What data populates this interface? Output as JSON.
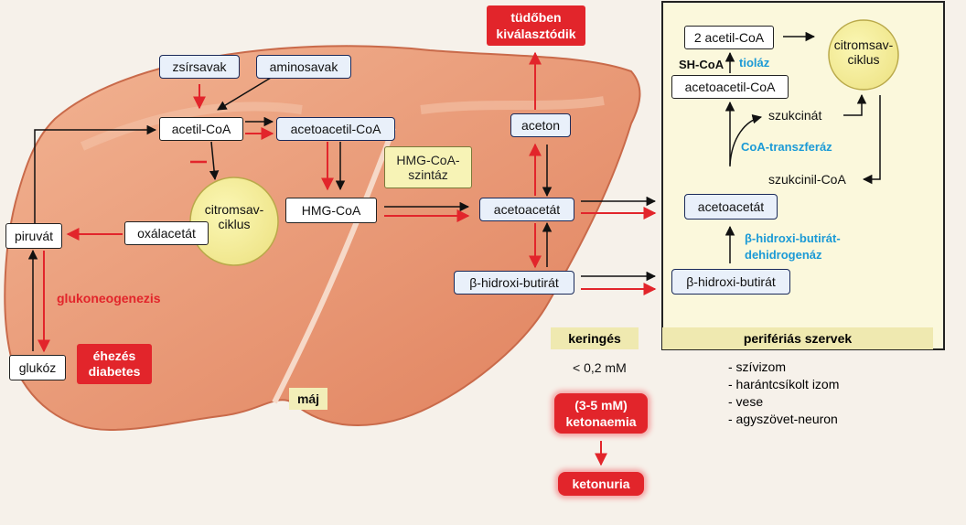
{
  "liver": {
    "inputs": [
      "zsírsavak",
      "aminosavak"
    ],
    "acetyl_coa": "acetil-CoA",
    "acetoacetyl_coa": "acetoacetil-CoA",
    "hmg_coa": "HMG-CoA",
    "hmg_synthase": "HMG-CoA-\nszintáz",
    "citric_cycle": "citromsav-\nciklus",
    "oxaloacetate": "oxálacetát",
    "pyruvate": "piruvát",
    "glucose": "glukóz",
    "gluconeogenesis": "glukoneogenezis",
    "fasting": "éhezés\ndiabetes",
    "organ": "máj",
    "acetoacetate": "acetoacetát",
    "beta_hydroxybutyrate": "β-hidroxi-butirát",
    "acetone": "aceton",
    "lung_excretion": "tüdőben\nkiválasztódik"
  },
  "circulation": {
    "header": "keringés",
    "normal": "< 0,2 mM",
    "ketonaemia": "(3-5 mM)\nketonaemia",
    "ketonuria": "ketonuria"
  },
  "peripheral": {
    "header": "perifériás szervek",
    "acetyl_coa": "2 acetil-CoA",
    "sh_coa": "SH-CoA",
    "thiolase": "tioláz",
    "acetoacetyl_coa": "acetoacetil-CoA",
    "citric_cycle": "citromsav-\nciklus",
    "succinate": "szukcinát",
    "transferase": "CoA-transzferáz",
    "succinyl_coa": "szukcinil-CoA",
    "acetoacetate": "acetoacetát",
    "dehydrogenase": "β-hidroxi-butirát-\ndehidrogenáz",
    "beta_hydroxybutyrate": "β-hidroxi-butirát",
    "organs": [
      "- szívizom",
      "- harántcsíkolt izom",
      "- vese",
      "- agyszövet-neuron"
    ]
  },
  "colors": {
    "red": "#e2252b",
    "cyan": "#1b9ad6",
    "liver": "#e89a7a",
    "panel": "#fbf8dc"
  }
}
